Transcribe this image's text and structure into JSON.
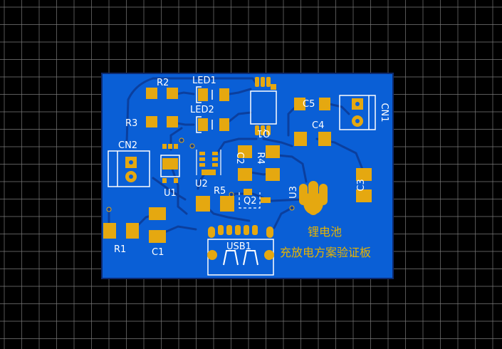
{
  "board": {
    "title_line1": "锂电池",
    "title_line2": "充放电方案验证板",
    "colors": {
      "background": "#000000",
      "grid": "#7a7a7a",
      "board": "#0a5fd6",
      "trace": "#0b3f9e",
      "pad": "#e5a810",
      "silk": "#ffffff",
      "text": "#e8b400"
    }
  },
  "refs": {
    "r1": "R1",
    "r2": "R2",
    "r3": "R3",
    "r4": "R4",
    "r5": "R5",
    "led1": "LED1",
    "led2": "LED2",
    "c1": "C1",
    "c2": "C2",
    "c3": "C3",
    "c4": "C4",
    "c5": "C5",
    "u1": "U1",
    "u2": "U2",
    "u3": "U3",
    "q1": "Q1",
    "q2": "Q2",
    "cn1": "CN1",
    "cn2": "CN2",
    "usb1": "USB1"
  }
}
